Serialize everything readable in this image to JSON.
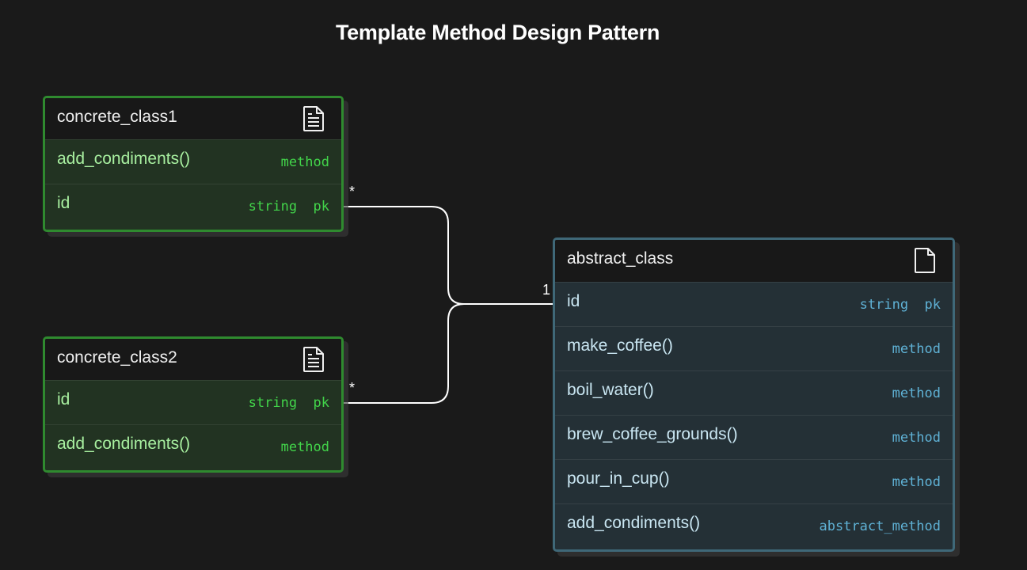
{
  "diagram": {
    "title": "Template Method Design Pattern",
    "tables": {
      "concrete_class1": {
        "name": "concrete_class1",
        "icon": "document-icon",
        "rows": [
          {
            "name": "add_condiments()",
            "type": "method"
          },
          {
            "name": "id",
            "type": "string  pk"
          }
        ]
      },
      "concrete_class2": {
        "name": "concrete_class2",
        "icon": "document-icon",
        "rows": [
          {
            "name": "id",
            "type": "string  pk"
          },
          {
            "name": "add_condiments()",
            "type": "method"
          }
        ]
      },
      "abstract_class": {
        "name": "abstract_class",
        "icon": "document-icon",
        "rows": [
          {
            "name": "id",
            "type": "string  pk"
          },
          {
            "name": "make_coffee()",
            "type": "method"
          },
          {
            "name": "boil_water()",
            "type": "method"
          },
          {
            "name": "brew_coffee_grounds()",
            "type": "method"
          },
          {
            "name": "pour_in_cup()",
            "type": "method"
          },
          {
            "name": "add_condiments()",
            "type": "abstract_method"
          }
        ]
      }
    },
    "relations": [
      {
        "from": "concrete_class1.id",
        "to": "abstract_class.id",
        "from_cardinality": "*",
        "to_cardinality": "1"
      },
      {
        "from": "concrete_class2.id",
        "to": "abstract_class.id",
        "from_cardinality": "*",
        "to_cardinality": "1"
      }
    ]
  },
  "colors": {
    "background": "#1a1a1a",
    "concrete_border": "#2f8a2f",
    "concrete_text": "#a8f0a0",
    "concrete_type": "#42d44a",
    "abstract_border": "#3f6878",
    "abstract_text": "#c9e6f2",
    "abstract_type": "#5fb2d6",
    "connector": "#ffffff"
  }
}
